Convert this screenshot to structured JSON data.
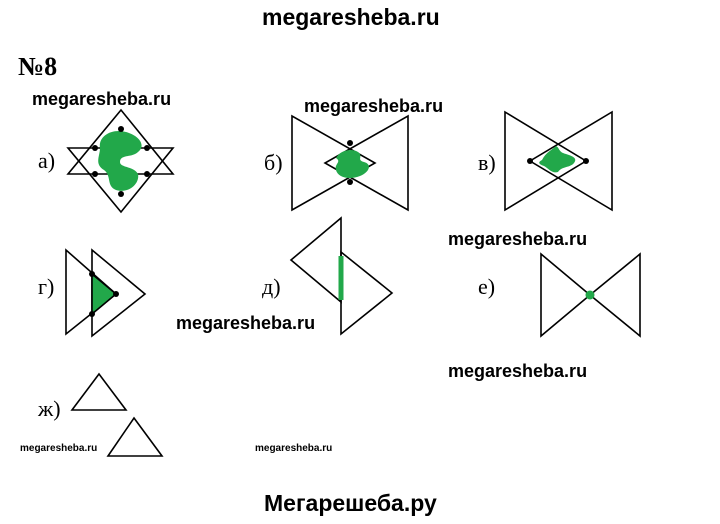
{
  "header": {
    "site": "megaresheba.ru"
  },
  "task": {
    "number": "№8"
  },
  "watermarks": [
    "megaresheba.ru",
    "megaresheba.ru",
    "megaresheba.ru",
    "megaresheba.ru",
    "megaresheba.ru",
    "megaresheba.ru",
    "megaresheba.ru"
  ],
  "labels": {
    "a": "а)",
    "b": "б)",
    "v": "в)",
    "g": "г)",
    "d": "д)",
    "e": "е)",
    "zh": "ж)"
  },
  "footer": {
    "brand": "Мегарешеба.ру"
  },
  "colors": {
    "fill": "#22a84a",
    "stroke": "#000000"
  }
}
